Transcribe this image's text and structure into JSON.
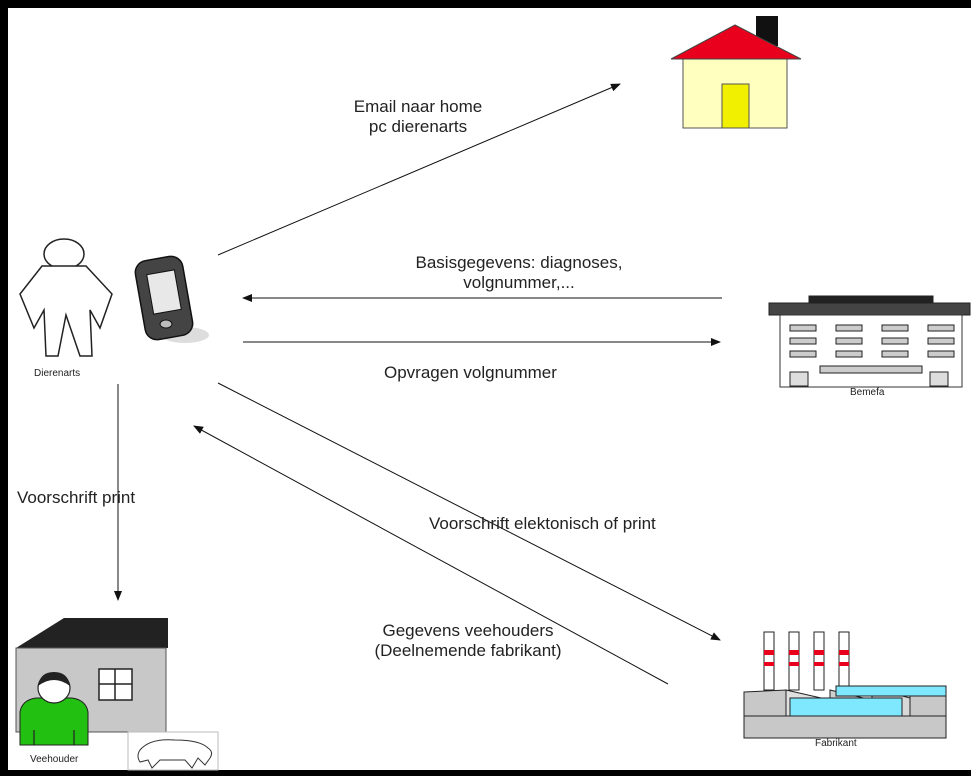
{
  "nodes": {
    "vet": "Dierenarts",
    "farmer": "Veehouder",
    "bemefa": "Bemefa",
    "manufacturer": "Fabrikant"
  },
  "flows": {
    "email_line1": "Email naar home",
    "email_line2": "pc dierenarts",
    "basis_line1": "Basisgegevens: diagnoses,",
    "basis_line2": "volgnummer,...",
    "opvragen": "Opvragen volgnummer",
    "voorschrift_print": "Voorschrift print",
    "voorschrift_elek": "Voorschrift elektonisch of print",
    "gegevens_line1": "Gegevens veehouders",
    "gegevens_line2": "(Deelnemende fabrikant)"
  },
  "colors": {
    "roof_red": "#e8001c",
    "house_wall": "#ffffc0",
    "door_yellow": "#f0f000",
    "farmer_green": "#22c010",
    "factory_cyan": "#7fe8ff",
    "gray": "#c8c8c8"
  }
}
